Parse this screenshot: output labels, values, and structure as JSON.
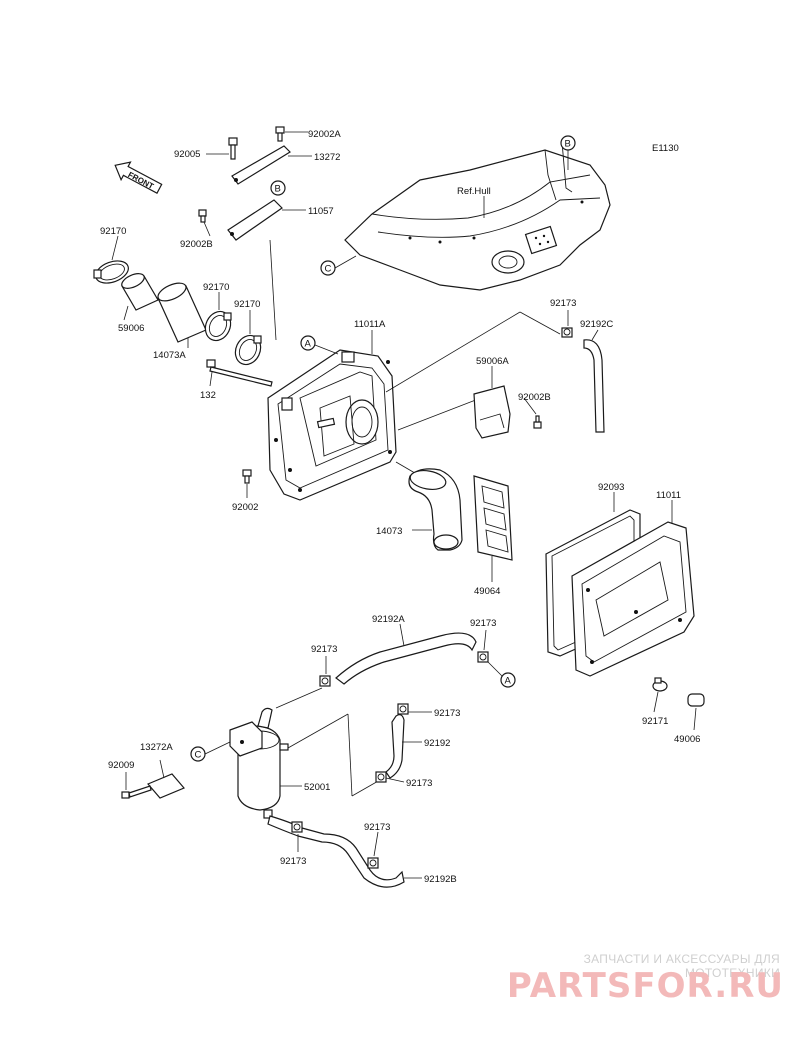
{
  "diagram": {
    "code": "E1130",
    "front_label": "FRONT",
    "ref_label": "Ref.Hull",
    "refs": {
      "a": "A",
      "b": "B",
      "c": "C"
    },
    "labels": {
      "p92002A": "92002A",
      "p92005": "92005",
      "p13272": "13272",
      "p11057": "11057",
      "p92002B_top": "92002B",
      "p92170_a": "92170",
      "p92170_b": "92170",
      "p92170_c": "92170",
      "p59006": "59006",
      "p14073A": "14073A",
      "p132": "132",
      "p11011A": "11011A",
      "p92002": "92002",
      "p59006A": "59006A",
      "p92002B_mid": "92002B",
      "p92173_top": "92173",
      "p92192C": "92192C",
      "p14073": "14073",
      "p49064": "49064",
      "p92093": "92093",
      "p11011": "11011",
      "p92171": "92171",
      "p49006": "49006",
      "p92192A": "92192A",
      "p92173_l1": "92173",
      "p92173_r1": "92173",
      "p92173_m1": "92173",
      "p92192": "92192",
      "p92173_m2": "92173",
      "p13272A": "13272A",
      "p92009": "92009",
      "p52001": "52001",
      "p92173_b1": "92173",
      "p92173_b2": "92173",
      "p92192B": "92192B"
    }
  },
  "watermark": {
    "tagline": "ЗАПЧАСТИ И АКСЕССУАРЫ ДЛЯ МОТОТЕХНИКИ",
    "logo": "PARTSFOR.RU"
  }
}
